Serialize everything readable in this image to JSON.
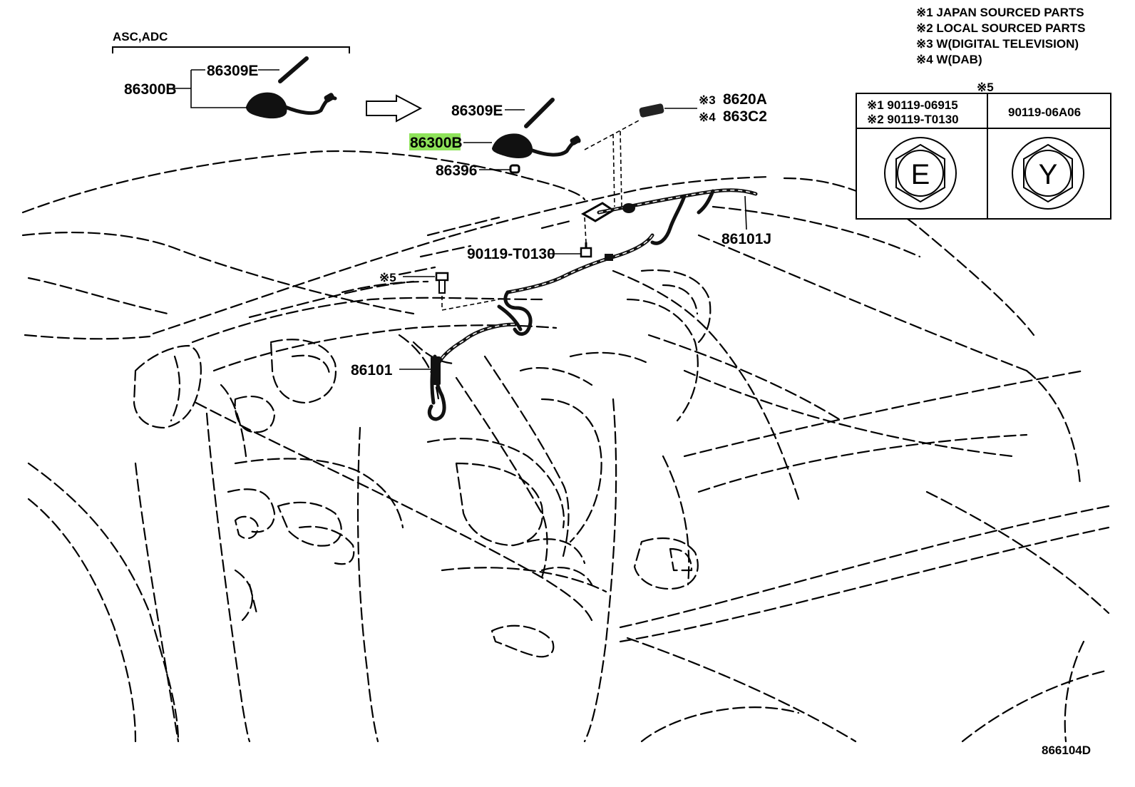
{
  "diagram": {
    "variant_label": "ASC,ADC",
    "parts": {
      "p86300B_top": "86300B",
      "p86309E_top": "86309E",
      "p86309E": "86309E",
      "p86300B": "86300B",
      "p86396": "86396",
      "p8620A": "8620A",
      "p863C2": "863C2",
      "p86101J": "86101J",
      "p90119_T0130": "90119-T0130",
      "p86101": "86101"
    },
    "note_marks": {
      "n3": "※3",
      "n4": "※4",
      "n5_bolt": "※5",
      "n5_table": "※5"
    },
    "highlight_color": "#8ee35a",
    "highlighted_part": "86300B",
    "diagram_code": "866104D"
  },
  "legend": {
    "items": [
      "※1 JAPAN SOURCED PARTS",
      "※2 LOCAL SOURCED PARTS",
      "※3 W(DIGITAL TELEVISION)",
      "※4 W(DAB)"
    ]
  },
  "bolt_table": {
    "col1_line1": "※1 90119-06915",
    "col1_line2": "※2 90119-T0130",
    "col2": "90119-06A06",
    "col1_mark": "E",
    "col2_mark": "Y"
  }
}
